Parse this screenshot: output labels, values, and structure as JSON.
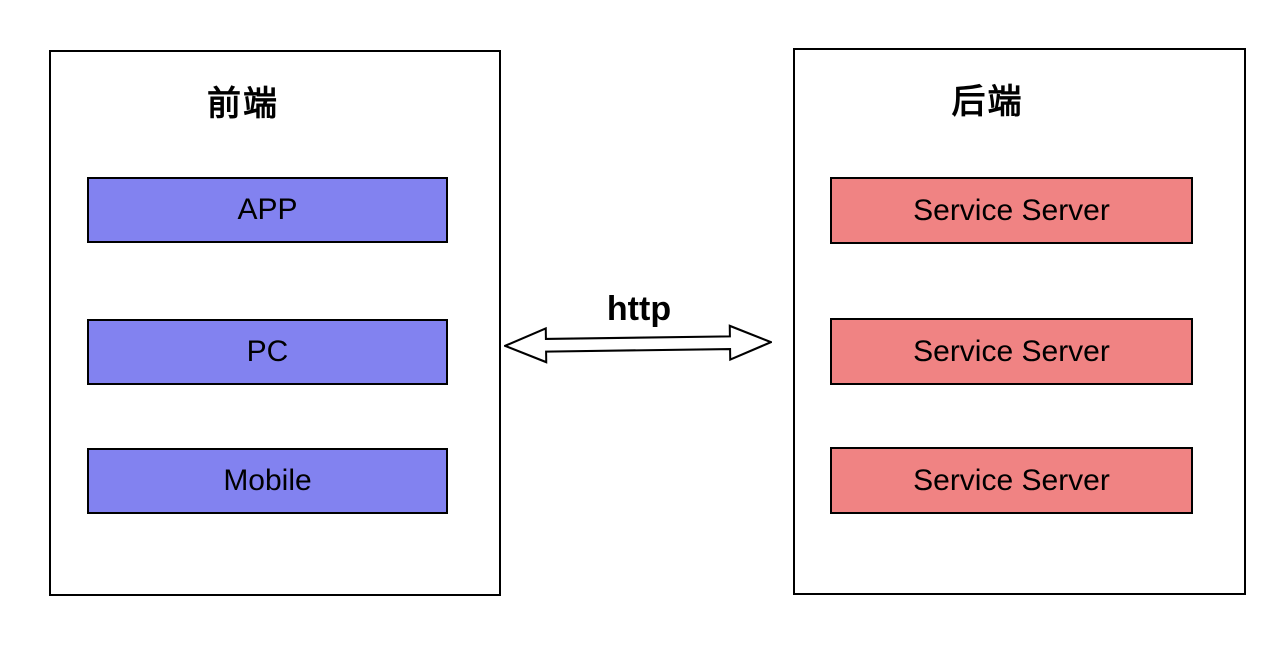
{
  "canvas": {
    "background": "#ffffff",
    "stroke": "#000000"
  },
  "frontend_panel": {
    "title": "前端",
    "node_fill": "#8282f0",
    "nodes": [
      {
        "label": "APP"
      },
      {
        "label": "PC"
      },
      {
        "label": "Mobile"
      }
    ]
  },
  "backend_panel": {
    "title": "后端",
    "node_fill": "#f08383",
    "nodes": [
      {
        "label": "Service Server"
      },
      {
        "label": "Service Server"
      },
      {
        "label": "Service Server"
      }
    ]
  },
  "connection": {
    "label": "http",
    "type": "double-headed-arrow",
    "arrow_fill": "#ffffff",
    "arrow_stroke": "#000000"
  }
}
